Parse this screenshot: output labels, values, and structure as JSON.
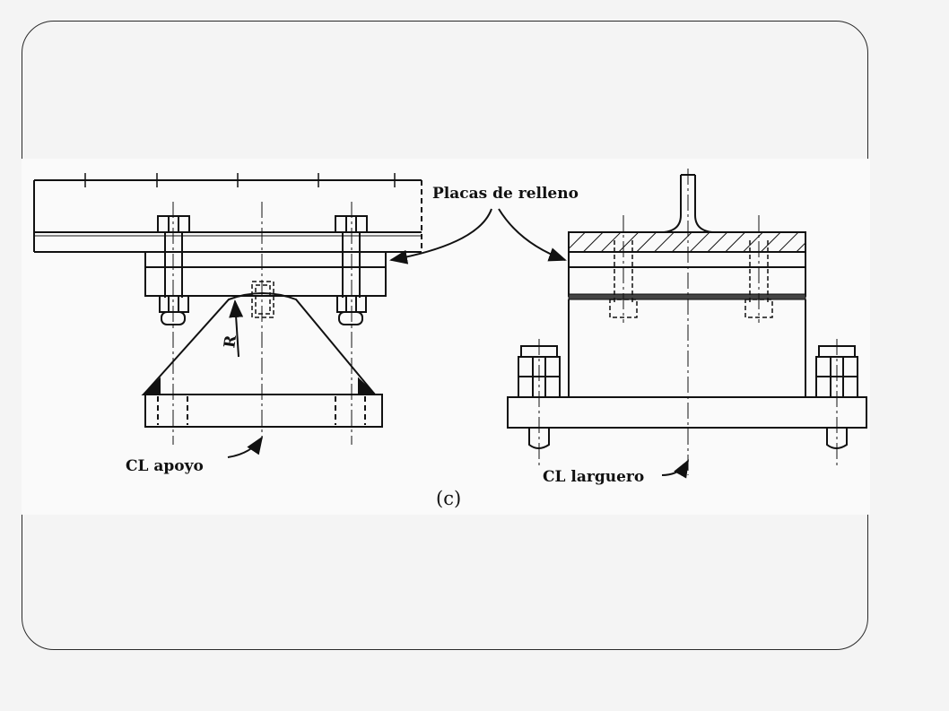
{
  "diagram": {
    "label_fillers": "Placas de relleno",
    "label_cl_support": "CL apoyo",
    "label_cl_stringer": "CL larguero",
    "label_radius": "R",
    "label_figure": "(c)"
  },
  "colors": {
    "ink": "#111111",
    "paper": "#fafafa",
    "background": "#f4f4f4"
  }
}
